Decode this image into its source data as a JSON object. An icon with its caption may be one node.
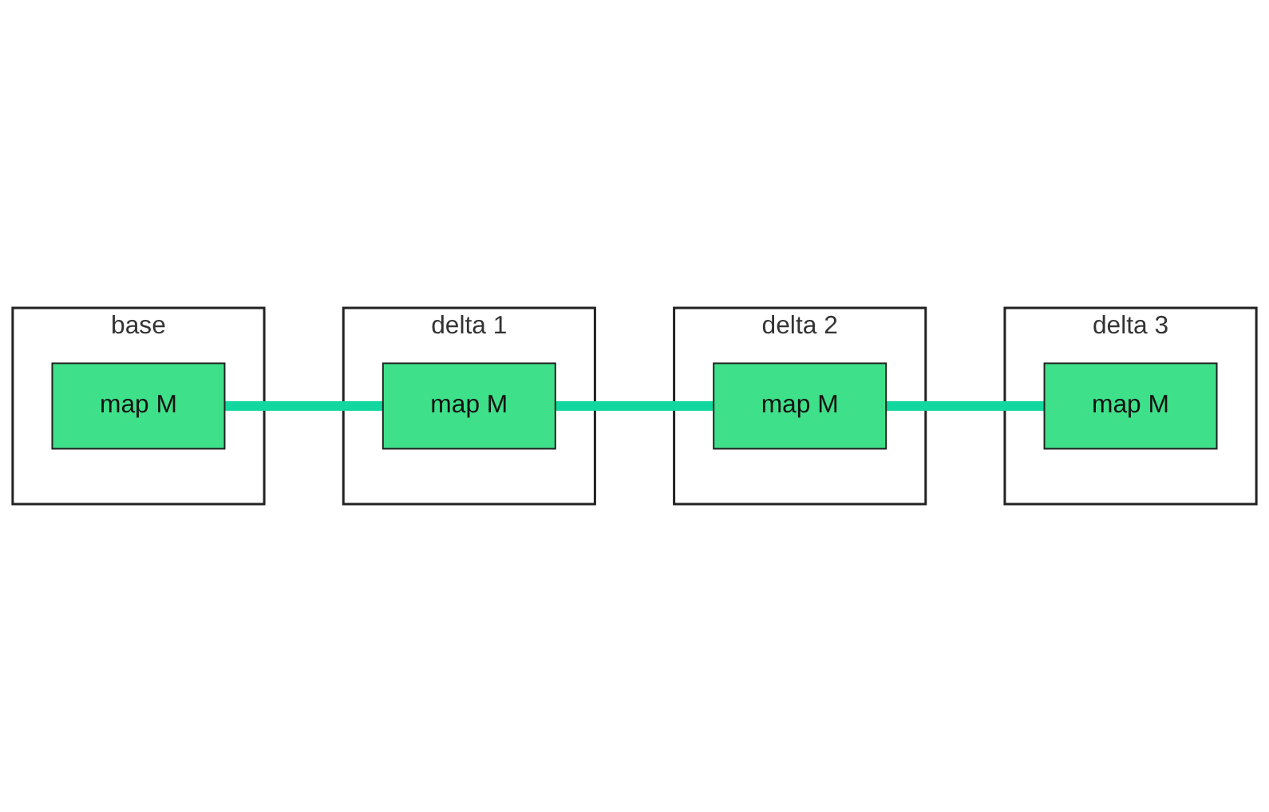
{
  "diagram": {
    "nodes": [
      {
        "text": [
          "base"
        ]
      },
      {
        "text": [
          "map M"
        ],
        "in": 0
      },
      {
        "text": [
          "delta 1"
        ]
      },
      {
        "text": [
          "map M"
        ],
        "in": 2
      },
      {
        "text": [
          "delta 2"
        ]
      },
      {
        "text": [
          "map M"
        ],
        "in": 4
      },
      {
        "text": [
          "delta 3"
        ]
      },
      {
        "text": [
          "map M"
        ],
        "in": 6
      }
    ],
    "edges": [
      {
        "from": 1,
        "to": 3,
        "arrow": "none"
      },
      {
        "from": 3,
        "to": 5,
        "arrow": "none"
      },
      {
        "from": 5,
        "to": 7,
        "arrow": "none"
      }
    ]
  }
}
